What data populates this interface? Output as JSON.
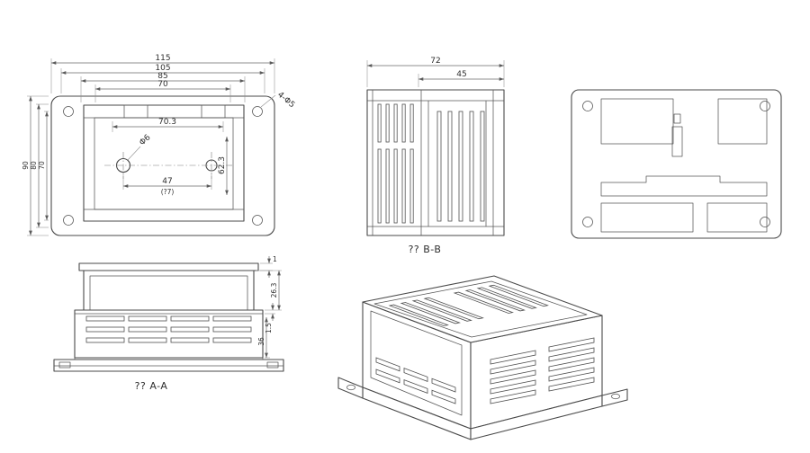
{
  "palette": {
    "background": "#ffffff",
    "line_color": "#4a4a4a",
    "dim_color": "#6a6a6a",
    "text_color": "#2e2e2e"
  },
  "top_view": {
    "dim_width_outer": "115",
    "dim_width_mid": "105",
    "dim_width_inner": "85",
    "dim_width_slot": "70",
    "dim_depth_outer": "90",
    "dim_depth_mid": "80",
    "dim_depth_inner": "70",
    "dim_panel_width": "70.3",
    "dim_hole_diameter": "Φ6",
    "dim_panel_height": "62.3",
    "dim_hole_spacing": "47",
    "dim_hole_spacing_note": "(?7)",
    "dim_corner_holes": "4-Φ5"
  },
  "section_bb": {
    "label": "?? B-B",
    "dim_height_outer": "72",
    "dim_height_body": "45"
  },
  "section_aa": {
    "label": "?? A-A",
    "dim_lid_thickness": "1",
    "dim_upper_body": "26.3",
    "dim_lip": "1.5",
    "dim_lower_body": "36"
  }
}
